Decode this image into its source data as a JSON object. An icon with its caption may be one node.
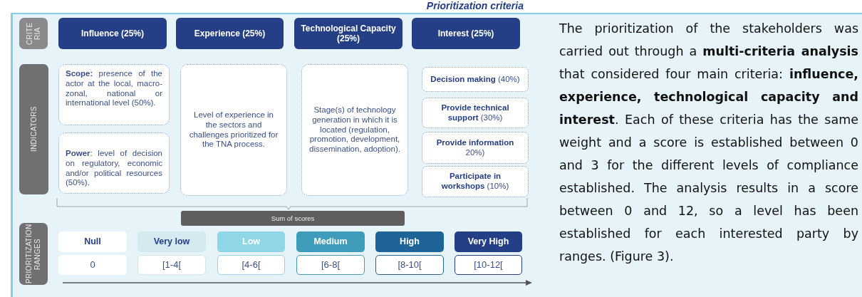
{
  "diagram": {
    "title": "Prioritization criteria",
    "nodes": [
      {
        "text": [
          "CRITE RIA"
        ]
      },
      {
        "text": [
          "Influence (25%)"
        ]
      },
      {
        "text": [
          "Experience (25%)"
        ]
      },
      {
        "text": [
          "Technological Capacity (25%)"
        ]
      },
      {
        "text": [
          "Interest (25%)"
        ]
      },
      {
        "text": [
          "INDICATORS"
        ]
      },
      {
        "text": [
          "**Scope:** presence of the actor at the local, macro-zonal, national or international level (50%)."
        ]
      },
      {
        "text": [
          "**Power**: level of decision on regulatory, economic and/or political resources (50%)."
        ]
      },
      {
        "text": [
          "Level of experience in the sectors and challenges prioritized for the TNA process."
        ]
      },
      {
        "text": [
          "Stage(s) of technology generation in which it is located (regulation, promotion, development, dissemination, adoption)."
        ]
      },
      {
        "text": [
          "**Decision making** (40%)"
        ]
      },
      {
        "text": [
          "**Provide technical support** (30%)"
        ]
      },
      {
        "text": [
          "**Provide information** 20%)"
        ]
      },
      {
        "text": [
          "**Participate in workshops** (10%)"
        ]
      },
      {
        "text": [
          "Sum of scores"
        ]
      },
      {
        "text": [
          "PRIORITIZATION RANGES"
        ]
      },
      {
        "text": [
          "Null"
        ]
      },
      {
        "text": [
          "Very low"
        ]
      },
      {
        "text": [
          "Low"
        ]
      },
      {
        "text": [
          "Medium"
        ]
      },
      {
        "text": [
          "High"
        ]
      },
      {
        "text": [
          "Very High"
        ]
      },
      {
        "text": [
          "0"
        ]
      },
      {
        "text": [
          "[1-4["
        ]
      },
      {
        "text": [
          "[4-6["
        ]
      },
      {
        "text": [
          "[6-8["
        ]
      },
      {
        "text": [
          "[8-10["
        ]
      },
      {
        "text": [
          "[10-12["
        ]
      }
    ],
    "labels": [
      "The prioritization of the stakeholders was carried out through a **multi-criteria analysis** that considered four main criteria: **influence, experience, technological capacity and interest**. Each of these criteria has the same weight and a score is established between 0 and 3 for the different levels of compliance established. The analysis results in a score between 0 and 12, so a level has been established for each interested party by ranges. (Figure 3)."
    ]
  }
}
